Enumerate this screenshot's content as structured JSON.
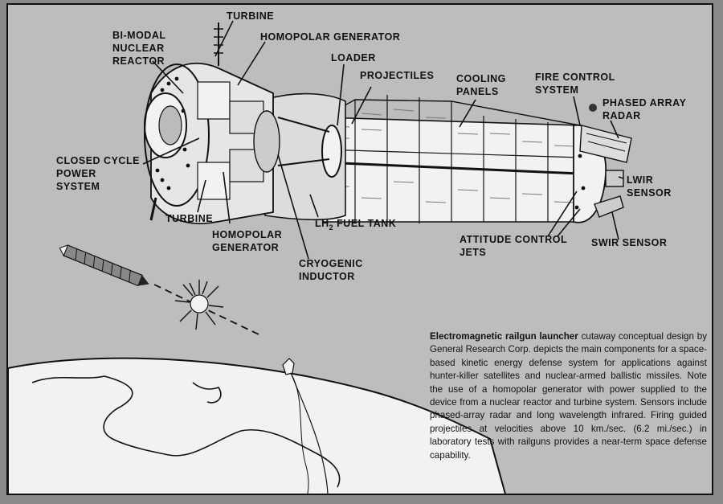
{
  "labels": {
    "turbine_top": "TURBINE",
    "bimodal_1": "BI-MODAL",
    "bimodal_2": "NUCLEAR",
    "bimodal_3": "REACTOR",
    "homopolar_top": "HOMOPOLAR GENERATOR",
    "loader": "LOADER",
    "projectiles": "PROJECTILES",
    "cooling_1": "COOLING",
    "cooling_2": "PANELS",
    "fire_1": "FIRE CONTROL",
    "fire_2": "SYSTEM",
    "phased_1": "PHASED ARRAY",
    "phased_2": "RADAR",
    "closed_1": "CLOSED CYCLE",
    "closed_2": "POWER",
    "closed_3": "SYSTEM",
    "lwir_1": "LWIR",
    "lwir_2": "SENSOR",
    "turbine_bottom": "TURBINE",
    "lh2_main": "LH",
    "lh2_sub": "2",
    "lh2_rest": " FUEL TANK",
    "homopolar_b1": "HOMOPOLAR",
    "homopolar_b2": "GENERATOR",
    "cryo_1": "CRYOGENIC",
    "cryo_2": "INDUCTOR",
    "attitude_1": "ATTITUDE CONTROL",
    "attitude_2": "JETS",
    "swir": "SWIR SENSOR"
  },
  "caption": {
    "title": "Electromagnetic railgun launcher",
    "body": " cutaway conceptual design by General Research Corp. depicts the main components for a space-based kinetic energy defense system for applications against hunter-killer satellites and nuclear-armed ballistic missiles. Note the use of a homopolar generator with power supplied to the device from a nuclear reactor and turbine system. Sensors include phased-array radar and long wavelength infrared. Firing guided projectiles at velocities above 10 km./sec. (6.2 mi./sec.) in laboratory tests with railguns provides a near-term space defense capability."
  }
}
